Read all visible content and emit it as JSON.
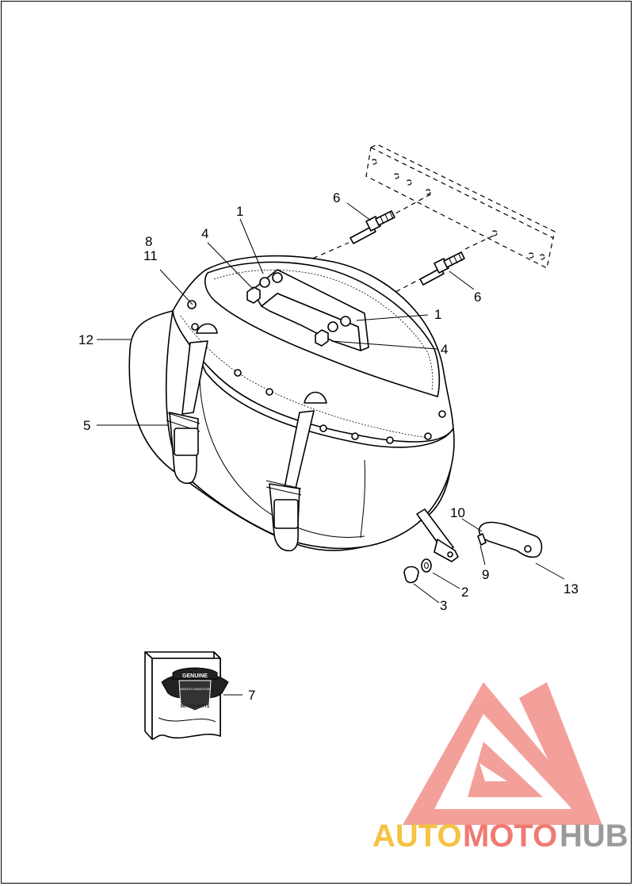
{
  "callouts": [
    {
      "id": "c1a",
      "label": "1"
    },
    {
      "id": "c1b",
      "label": "1"
    },
    {
      "id": "c2",
      "label": "2"
    },
    {
      "id": "c3",
      "label": "3"
    },
    {
      "id": "c4a",
      "label": "4"
    },
    {
      "id": "c4b",
      "label": "4"
    },
    {
      "id": "c5",
      "label": "5"
    },
    {
      "id": "c6a",
      "label": "6"
    },
    {
      "id": "c6b",
      "label": "6"
    },
    {
      "id": "c7",
      "label": "7"
    },
    {
      "id": "c8",
      "label": "8"
    },
    {
      "id": "c9",
      "label": "9"
    },
    {
      "id": "c10",
      "label": "10"
    },
    {
      "id": "c11",
      "label": "11"
    },
    {
      "id": "c12",
      "label": "12"
    },
    {
      "id": "c13",
      "label": "13"
    }
  ],
  "badge": {
    "top_text": "GENUINE",
    "brand_text": "HARLEY-DAVIDSON",
    "bottom_text": "MOTOR PARTS"
  },
  "watermark": {
    "part1": "AUTO",
    "part2": "MOTO",
    "part3": "HUB",
    "color1": "#f5c242",
    "color2": "#f07a72",
    "color3": "#9a9a9a",
    "logo_color": "#f08a85"
  }
}
